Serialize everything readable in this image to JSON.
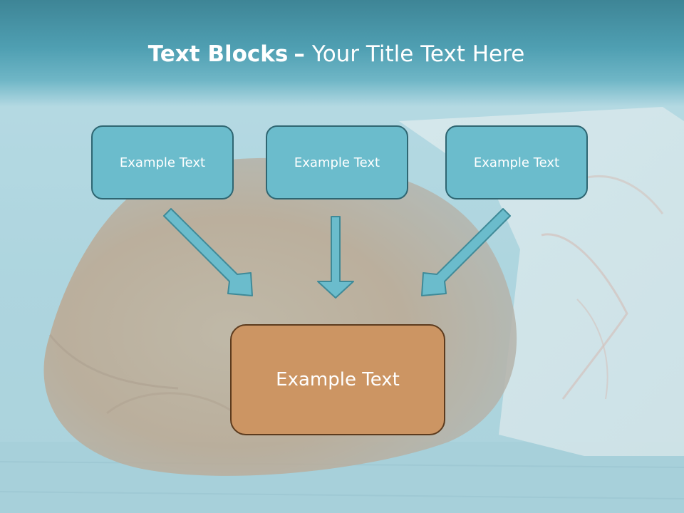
{
  "title": {
    "bold": "Text Blocks",
    "separator": "–",
    "rest": "Your Title Text Here"
  },
  "boxes": {
    "left": "Example Text",
    "center": "Example Text",
    "right": "Example Text",
    "bottom": "Example Text"
  },
  "colors": {
    "header": "#4f9fb2",
    "small_box_fill": "#6bbccc",
    "small_box_border": "#2f6672",
    "big_box_fill": "#cc9563",
    "big_box_border": "#5c3b1e",
    "arrow_fill": "#6bbccc"
  }
}
